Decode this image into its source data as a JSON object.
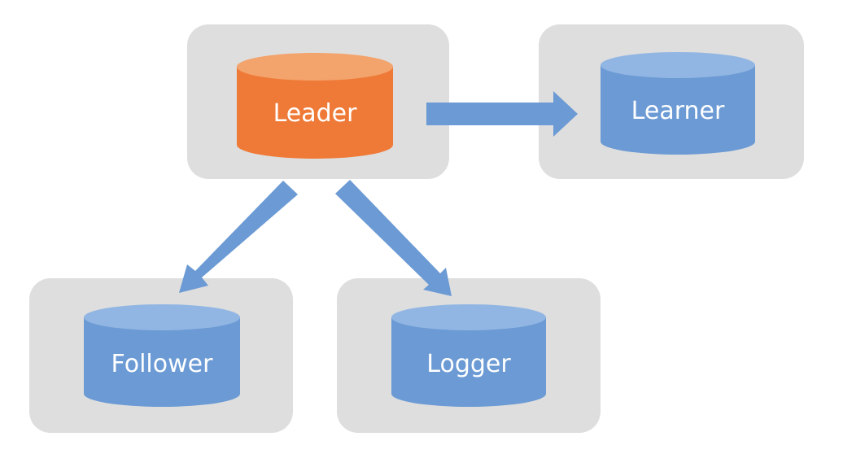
{
  "diagram": {
    "nodes": [
      {
        "id": "leader",
        "label": "Leader",
        "role": "leader"
      },
      {
        "id": "learner",
        "label": "Learner",
        "role": "replica"
      },
      {
        "id": "follower",
        "label": "Follower",
        "role": "replica"
      },
      {
        "id": "logger",
        "label": "Logger",
        "role": "replica"
      }
    ],
    "edges": [
      {
        "from": "leader",
        "to": "learner"
      },
      {
        "from": "leader",
        "to": "follower"
      },
      {
        "from": "leader",
        "to": "logger"
      }
    ]
  },
  "colors": {
    "panel": "#dedede",
    "leader_body": "#ef7a37",
    "leader_top": "#f3a36c",
    "replica_body": "#6b9ad4",
    "replica_top": "#92b6e3",
    "arrow": "#6b9ad4",
    "label_text": "#ffffff"
  }
}
